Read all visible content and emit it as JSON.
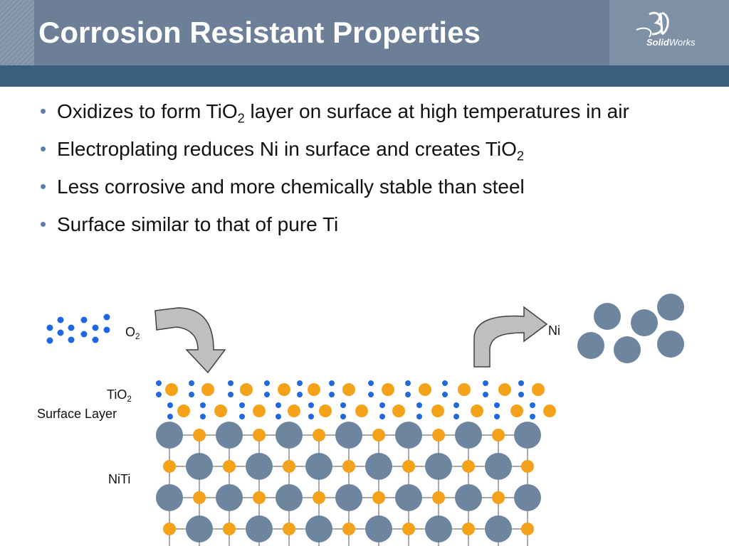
{
  "slide": {
    "title": "Corrosion Resistant Properties",
    "logo_text_bold": "Solid",
    "logo_text_rest": "Works"
  },
  "bullets": [
    {
      "before": "Oxidizes to form TiO",
      "sub": "2",
      "after": " layer on surface at high temperatures in air"
    },
    {
      "before": "Electroplating reduces Ni in surface and creates TiO",
      "sub": "2",
      "after": ""
    },
    {
      "before": "Less corrosive and more chemically stable than steel",
      "sub": "",
      "after": ""
    },
    {
      "before": "Surface similar to that of pure Ti",
      "sub": "",
      "after": ""
    }
  ],
  "diagram": {
    "o2_label": "O",
    "o2_sub": "2",
    "ni_label": "Ni",
    "tio2_label": "TiO",
    "tio2_sub": "2",
    "surface_layer_label": "Surface Layer",
    "niti_label": "NiTi",
    "colors": {
      "ni_atom": "#6e85a0",
      "ti_atom": "#f5a21b",
      "oxygen_atom": "#1f68e0",
      "arrow_fill": "#bfbfbf",
      "header": "#6c7f96",
      "header_strip": "#3b5d7e"
    }
  }
}
